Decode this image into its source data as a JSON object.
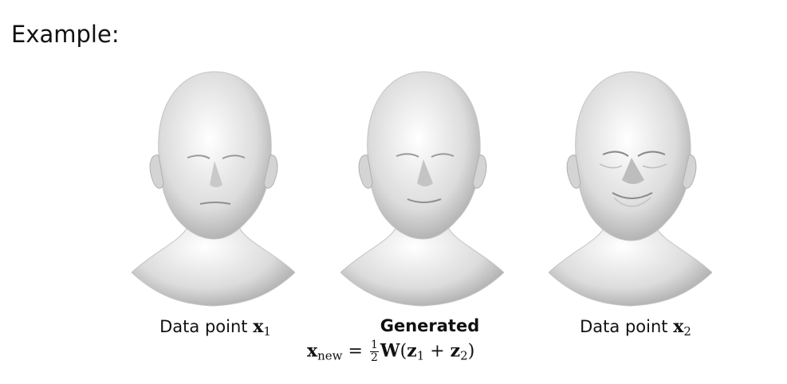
{
  "title": "Example:",
  "faces": [
    {
      "caption_text": "Data point ",
      "symbol": "x",
      "subscript": "1"
    },
    {
      "caption_text": "Generated"
    },
    {
      "caption_text": "Data point ",
      "symbol": "x",
      "subscript": "2"
    }
  ],
  "formula": {
    "lhs_symbol": "x",
    "lhs_subscript": "new",
    "equals": "=",
    "frac_num": "1",
    "frac_den": "2",
    "matrix": "W",
    "open_paren": "(",
    "z1_symbol": "z",
    "z1_subscript": "1",
    "plus": "+",
    "z2_symbol": "z",
    "z2_subscript": "2",
    "close_paren": ")"
  }
}
